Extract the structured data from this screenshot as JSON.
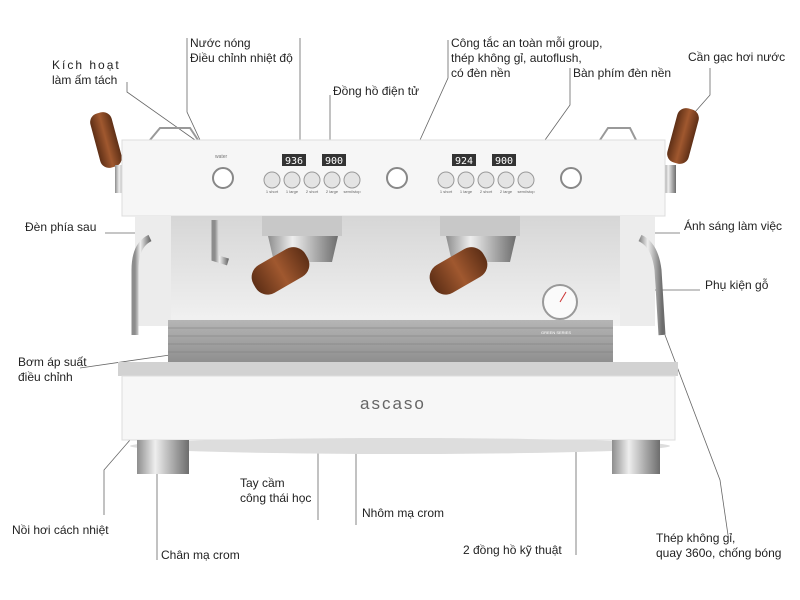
{
  "labels": {
    "cup_warmer": [
      "Kích hoạt",
      "làm ấm tách"
    ],
    "hot_water": [
      "Nước nóng",
      "Điều chỉnh nhiệt độ"
    ],
    "digital_clock": "Đồng hồ điện tử",
    "safety_switch": [
      "Công tắc an toàn mỗi group,",
      "thép không gỉ, autoflush,",
      "có đèn nền"
    ],
    "backlit_keypad": "Bàn phím đèn nền",
    "steam_lever": "Cần gạc hơi nước",
    "back_light": "Đèn phía sau",
    "work_light": "Ánh sáng làm việc",
    "wood_accessories": "Phụ kiện gỗ",
    "pressure_pump": [
      "Bơm áp suất",
      "điều chỉnh"
    ],
    "insulated_boiler": "Nồi hơi cách nhiệt",
    "chrome_feet": "Chân mạ crom",
    "ergonomic_handle": [
      "Tay cầm",
      "công thái học"
    ],
    "chrome_aluminium": "Nhôm mạ crom",
    "gauges": "2 đồng hồ kỹ thuật",
    "steam_wand": [
      "Thép không gỉ,",
      "quay 360o, chống bóng"
    ]
  },
  "machine": {
    "brand": "ascaso",
    "displays": [
      "936",
      "900",
      "924",
      "900"
    ],
    "button_labels": [
      "1 short",
      "1 large",
      "2 short",
      "2 large",
      "semi/stop"
    ],
    "water_label": "water",
    "badge": "GREEN SERIES"
  },
  "colors": {
    "wood": "#8a4a2a",
    "body": "#f4f4f4",
    "steel": "#b9b9b9",
    "badge": "#5aa83a"
  }
}
